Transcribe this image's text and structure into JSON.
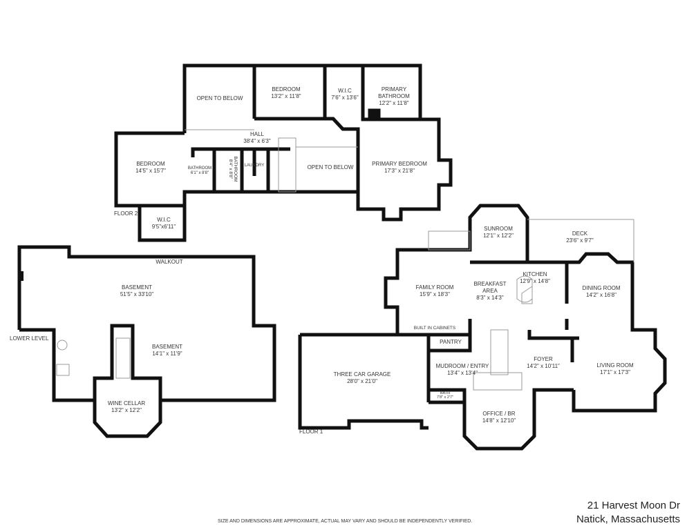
{
  "floors": [
    {
      "label": "FLOOR 2",
      "rooms": [
        {
          "name": "OPEN TO BELOW",
          "dims": ""
        },
        {
          "name": "BEDROOM",
          "dims": "13'2\" x 11'8\""
        },
        {
          "name": "W.I.C",
          "dims": "7'6\" x 13'6\""
        },
        {
          "name": "PRIMARY BATHROOM",
          "dims": "12'2\" x 11'8\""
        },
        {
          "name": "HALL",
          "dims": "38'4\" x 6'3\""
        },
        {
          "name": "BEDROOM",
          "dims": "14'5\" x 15'7\""
        },
        {
          "name": "BATHROOM",
          "dims": "6'1\" x 8'8\""
        },
        {
          "name": "BATHROOM",
          "dims": "8'4\" x 8'8\""
        },
        {
          "name": "LAUNDRY",
          "dims": ""
        },
        {
          "name": "OPEN TO BELOW",
          "dims": ""
        },
        {
          "name": "PRIMARY BEDROOM",
          "dims": "17'3\" x 21'8\""
        },
        {
          "name": "W.I.C",
          "dims": "9'5\"x6'11\""
        }
      ]
    },
    {
      "label": "LOWER LEVEL",
      "extra": "WALKOUT",
      "rooms": [
        {
          "name": "BASEMENT",
          "dims": "51'5\" x 33'10\""
        },
        {
          "name": "BASEMENT",
          "dims": "14'1\" x 11'9\""
        },
        {
          "name": "WINE CELLAR",
          "dims": "13'2\" x 12'2\""
        }
      ]
    },
    {
      "label": "FLOOR 1",
      "rooms": [
        {
          "name": "SUNROOM",
          "dims": "12'1\" x 12'2\""
        },
        {
          "name": "DECK",
          "dims": "23'6\" x 9'7\""
        },
        {
          "name": "FAMILY ROOM",
          "dims": "15'9\" x 18'3\""
        },
        {
          "name": "BREAKFAST AREA",
          "dims": "8'3\" x 14'3\""
        },
        {
          "name": "KITCHEN",
          "dims": "12'9\" x 14'8\""
        },
        {
          "name": "DINING ROOM",
          "dims": "14'2\" x 16'8\""
        },
        {
          "name": "BUILT IN CABINETS",
          "dims": ""
        },
        {
          "name": "PANTRY",
          "dims": ""
        },
        {
          "name": "THREE CAR GARAGE",
          "dims": "28'0\" x 21'0\""
        },
        {
          "name": "MUDROOM / ENTRY",
          "dims": "13'4\" x 13'4\""
        },
        {
          "name": "FOYER",
          "dims": "14'2\" x 10'11\""
        },
        {
          "name": "LIVING ROOM",
          "dims": "17'1\" x 17'3\""
        },
        {
          "name": "BATH",
          "dims": "7'8\" x 2'7\""
        },
        {
          "name": "OFFICE / BR",
          "dims": "14'8\" x 12'10\""
        }
      ]
    }
  ],
  "address": {
    "line1": "21 Harvest Moon Dr",
    "line2": "Natick, Massachusetts"
  },
  "disclaimer": "SIZE AND DIMENSIONS ARE APPROXIMATE, ACTUAL MAY VARY AND SHOULD BE INDEPENDENTLY VERIFIED."
}
